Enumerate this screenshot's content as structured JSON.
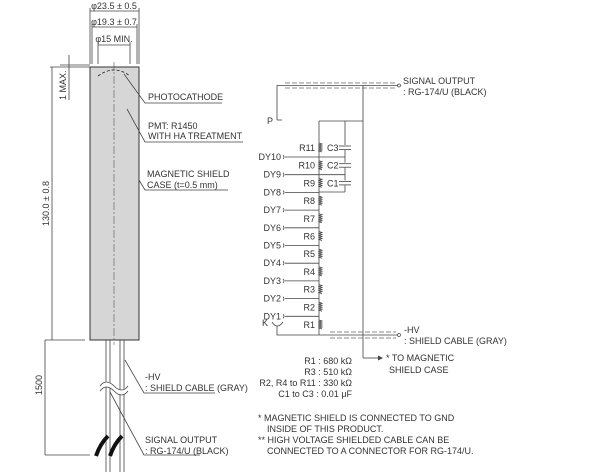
{
  "dimensions": {
    "outer_dia": "φ23.5 ± 0.5",
    "inner_dia": "φ19.3 ± 0.7",
    "effective_dia": "φ15 MIN.",
    "top_gap": "1 MAX.",
    "length": "130.0 ± 0.8",
    "cable_length": "1500"
  },
  "tube_labels": {
    "photocathode": "PHOTOCATHODE",
    "pmt_line1": "PMT: R1450",
    "pmt_line2": "WITH HA TREATMENT",
    "shield_line1": "MAGNETIC SHIELD",
    "shield_line2": "CASE (t=0.5 mm)",
    "hv_line1": "-HV",
    "hv_line2": ": SHIELD CABLE (GRAY)",
    "sig_line1": "SIGNAL OUTPUT",
    "sig_line2": ": RG-174/U (BLACK)"
  },
  "circuit": {
    "anode": "P",
    "cathode": "K",
    "signal_line1": "SIGNAL OUTPUT",
    "signal_line2": ": RG-174/U (BLACK)",
    "hv_line1": "-HV",
    "hv_line2": ": SHIELD CABLE (GRAY)",
    "case_line1": "* TO MAGNETIC",
    "case_line2": "SHIELD CASE",
    "dynodes": [
      "DY10",
      "DY9",
      "DY8",
      "DY7",
      "DY6",
      "DY5",
      "DY4",
      "DY3",
      "DY2",
      "DY1"
    ],
    "resistors": [
      "R11",
      "R10",
      "R9",
      "R8",
      "R7",
      "R6",
      "R5",
      "R4",
      "R3",
      "R2",
      "R1"
    ],
    "capacitors": [
      "C3",
      "C2",
      "C1"
    ]
  },
  "values": [
    "R1 : 680 kΩ",
    "R3 : 510 kΩ",
    "R2, R4 to R11 : 330 kΩ",
    "C1 to C3 : 0.01 μF"
  ],
  "notes": [
    "*  MAGNETIC SHIELD IS CONNECTED TO GND",
    "INSIDE OF THIS PRODUCT.",
    "** HIGH VOLTAGE SHIELDED CABLE CAN BE",
    "CONNECTED TO A CONNECTOR FOR RG-174/U."
  ]
}
